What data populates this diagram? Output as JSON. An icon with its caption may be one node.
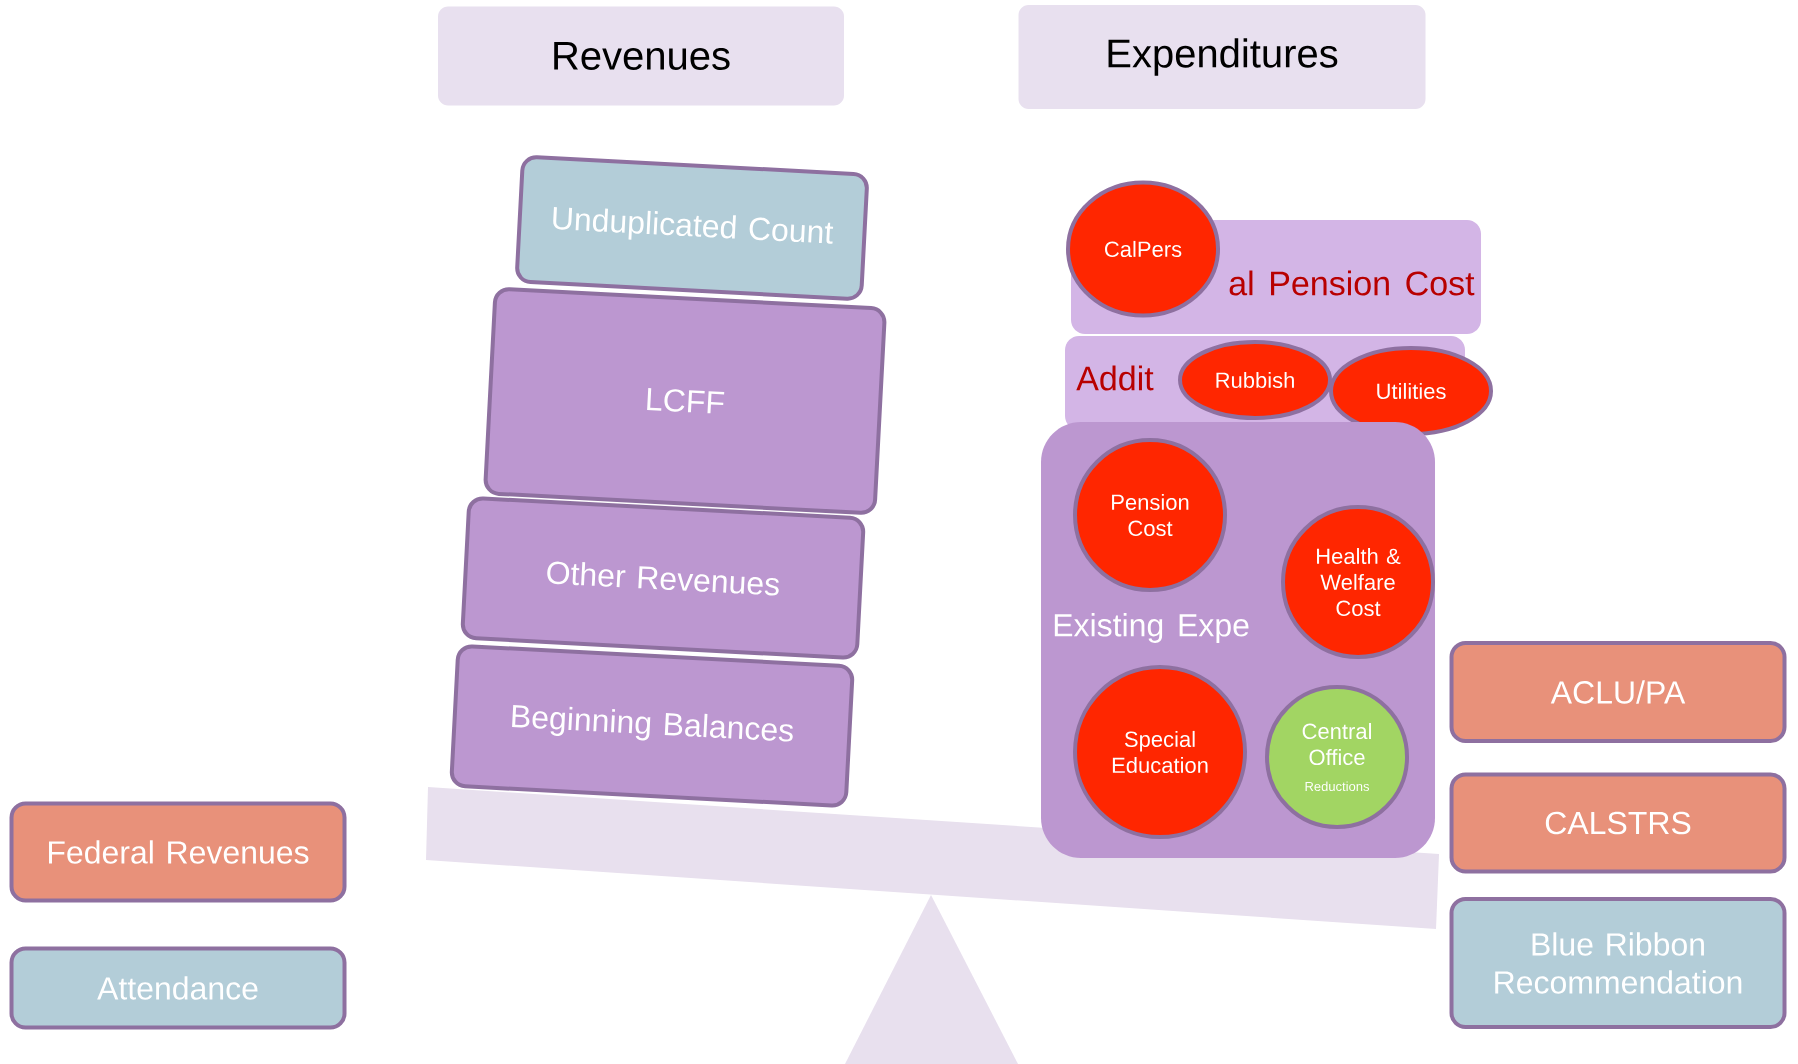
{
  "diagram": {
    "nodes": [
      {
        "text": [
          "Revenues"
        ]
      },
      {
        "text": [
          "Expenditures"
        ]
      },
      {
        "text": [
          "Unduplicated Count"
        ]
      },
      {
        "text": [
          "LCFF"
        ]
      },
      {
        "text": [
          "Other Revenues"
        ]
      },
      {
        "text": [
          "Beginning Balances"
        ]
      },
      {
        "text": [
          "al Pension Cost"
        ]
      },
      {
        "text": [
          "CalPers"
        ]
      },
      {
        "text": [
          "Addit"
        ]
      },
      {
        "text": [
          "Rubbish"
        ],
        "in": 8
      },
      {
        "text": [
          "Utilities"
        ]
      },
      {
        "text": [
          "Existing Expe"
        ]
      },
      {
        "text": [
          "Pension Cost"
        ],
        "in": 11
      },
      {
        "text": [
          "Health & Welfare Cost"
        ],
        "in": 11
      },
      {
        "text": [
          "Special Education"
        ],
        "in": 11
      },
      {
        "text": [
          "Central Office",
          "Reductions"
        ],
        "in": 11
      },
      {
        "text": [
          "ACLU/PA"
        ]
      },
      {
        "text": [
          "CALSTRS"
        ]
      },
      {
        "text": [
          "Blue Ribbon Recommendation"
        ]
      },
      {
        "text": [
          "Federal Revenues"
        ]
      },
      {
        "text": [
          "Attendance"
        ]
      }
    ]
  }
}
